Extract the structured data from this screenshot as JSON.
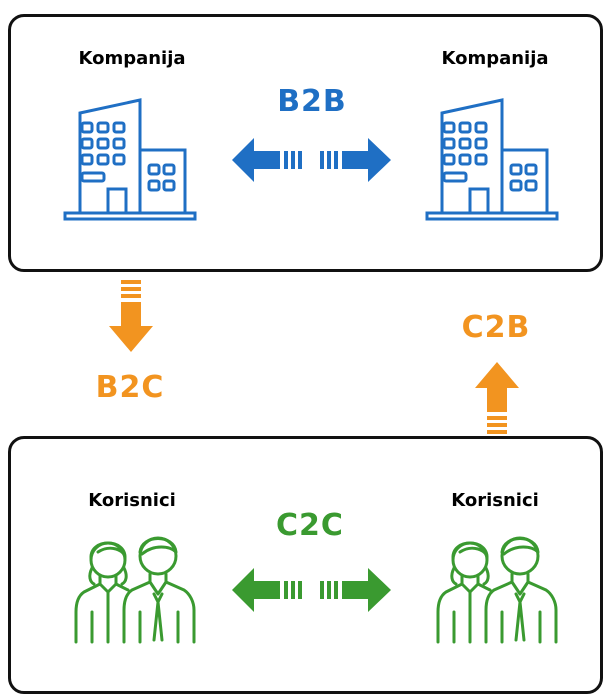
{
  "top_box": {
    "left_label": "Kompanija",
    "right_label": "Kompanija",
    "relation": "B2B"
  },
  "bottom_box": {
    "left_label": "Korisnici",
    "right_label": "Korisnici",
    "relation": "C2C"
  },
  "down_relation": "B2C",
  "up_relation": "C2B",
  "colors": {
    "b2b": "#1f6fc4",
    "c2c": "#3a9a30",
    "cross": "#f29420",
    "border": "#111111"
  },
  "icons": {
    "company": "office-building-icon",
    "users": "people-pair-icon"
  }
}
